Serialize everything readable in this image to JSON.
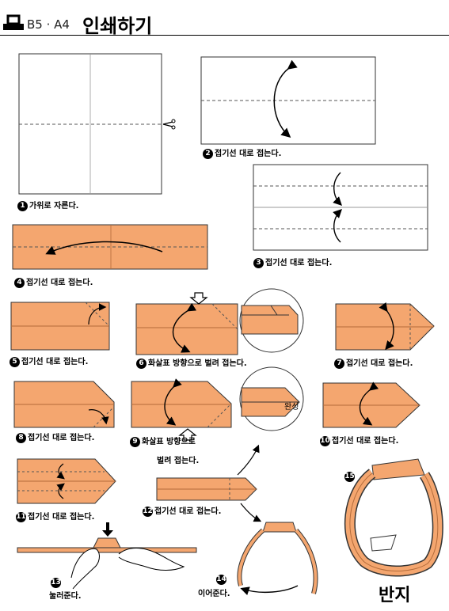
{
  "header": {
    "printer_icon": "printer-icon",
    "print_label": "B5 · A4",
    "title": "인쇄하기"
  },
  "colors": {
    "paper_fill": "#f4a66f",
    "paper_stroke": "#333333",
    "fold_line": "#555555",
    "number_badge": "#000000"
  },
  "steps": [
    {
      "num": "1",
      "text": "가위로 자른다."
    },
    {
      "num": "2",
      "text": "접기선 대로 접는다."
    },
    {
      "num": "3",
      "text": "접기선 대로 접는다."
    },
    {
      "num": "4",
      "text": "접기선 대로 접는다."
    },
    {
      "num": "5",
      "text": "접기선 대로 접는다."
    },
    {
      "num": "6",
      "text": "화살표 방향으로 벌려 접는다."
    },
    {
      "num": "7",
      "text": "접기선 대로 접는다."
    },
    {
      "num": "8",
      "text": "접기선 대로 접는다."
    },
    {
      "num": "9",
      "text_line1": "화살표 방향으로",
      "text_line2": "벌려 접는다."
    },
    {
      "num": "10",
      "text": "접기선 대로 접는다."
    },
    {
      "num": "11",
      "text": "접기선 대로 접는다."
    },
    {
      "num": "12",
      "text": "접기선 대로 접는다."
    },
    {
      "num": "13",
      "text": "눌러준다."
    },
    {
      "num": "14",
      "text": "이어준다."
    },
    {
      "num": "15",
      "text": ""
    }
  ],
  "zoom_label": "완성",
  "final_title": "반지",
  "icons": [
    "scissors-icon",
    "hollow-down-arrow-icon",
    "hollow-up-arrow-icon",
    "hand-icon"
  ]
}
